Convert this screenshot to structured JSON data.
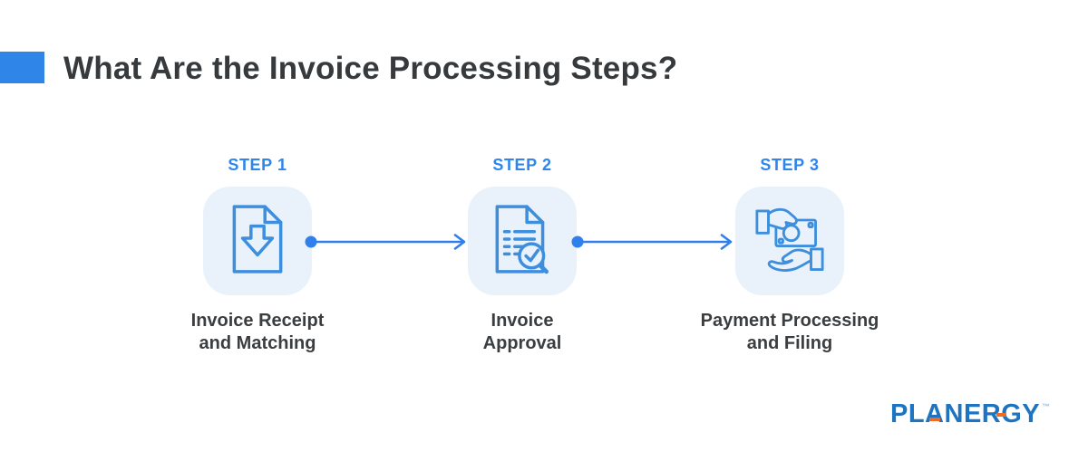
{
  "header": {
    "title": "What Are the Invoice Processing Steps?"
  },
  "colors": {
    "accent_block": "#2f86e8",
    "title_text": "#373a3c",
    "step_label_blue": "#2e86ed",
    "arrow_blue": "#2f80ed",
    "icon_stroke_blue": "#3e8ede",
    "tile_background": "#e9f2fb",
    "caption_text": "#3b3e40",
    "logo_blue": "#1e74c0",
    "logo_orange": "#ef6a22"
  },
  "steps": [
    {
      "label": "STEP 1",
      "caption_line1": "Invoice Receipt",
      "caption_line2": "and Matching",
      "icon": "invoice-receipt-document-download-icon"
    },
    {
      "label": "STEP 2",
      "caption_line1": "Invoice",
      "caption_line2": "Approval",
      "icon": "document-review-magnifier-check-icon"
    },
    {
      "label": "STEP 3",
      "caption_line1": "Payment Processing",
      "caption_line2": "and Filing",
      "icon": "hand-giving-money-icon"
    }
  ],
  "logo": {
    "text": "PLANERGY",
    "trademark": "™"
  }
}
